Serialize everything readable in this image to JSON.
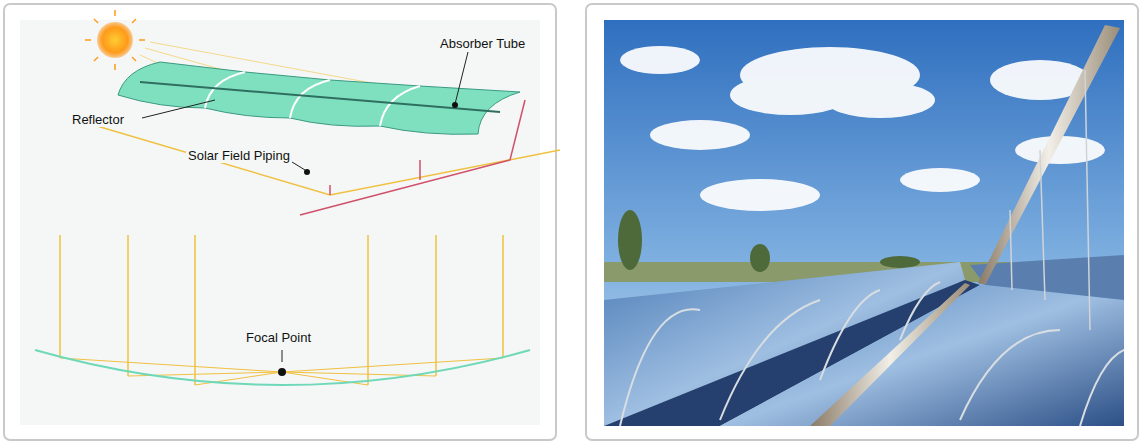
{
  "diagram": {
    "labels": [
      "Absorber Tube",
      "Reflector",
      "Solar Field Piping",
      "Focal Point"
    ]
  }
}
